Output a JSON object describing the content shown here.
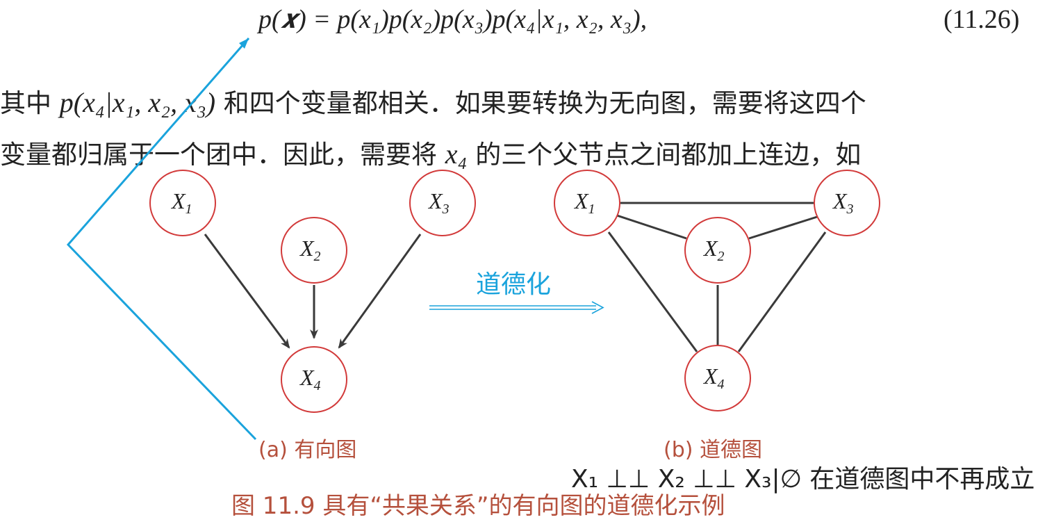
{
  "equation": {
    "text": "p(𝒙) = p(x₁)p(x₂)p(x₃)p(x₄|x₁, x₂, x₃),",
    "number": "(11.26)"
  },
  "paragraph": {
    "line1_prefix": "其中 ",
    "line1_math": "p(x₄|x₁, x₂, x₃)",
    "line1_suffix": " 和四个变量都相关．如果要转换为无向图，需要将这四个",
    "line2_prefix": "变量都归属于一个团中．因此，需要将 ",
    "line2_math": "x₄",
    "line2_suffix": " 的三个父节点之间都加上连边，如"
  },
  "graph_a": {
    "caption": "(a) 有向图",
    "nodes": [
      {
        "letter": "X",
        "sub": "1"
      },
      {
        "letter": "X",
        "sub": "2"
      },
      {
        "letter": "X",
        "sub": "3"
      },
      {
        "letter": "X",
        "sub": "4"
      }
    ]
  },
  "graph_b": {
    "caption": "(b) 道德图",
    "nodes": [
      {
        "letter": "X",
        "sub": "1"
      },
      {
        "letter": "X",
        "sub": "2"
      },
      {
        "letter": "X",
        "sub": "3"
      },
      {
        "letter": "X",
        "sub": "4"
      }
    ]
  },
  "transform_label": "道德化",
  "independence_note": "X₁ ⊥⊥ X₂ ⊥⊥ X₃|∅ 在道德图中不再成立",
  "figure_caption": "图 11.9   具有“共果关系”的有向图的道德化示例",
  "colors": {
    "node_stroke": "#d23a3a",
    "edge": "#3a3a3a",
    "annotation": "#1aa3dc",
    "caption": "#b5503c"
  }
}
